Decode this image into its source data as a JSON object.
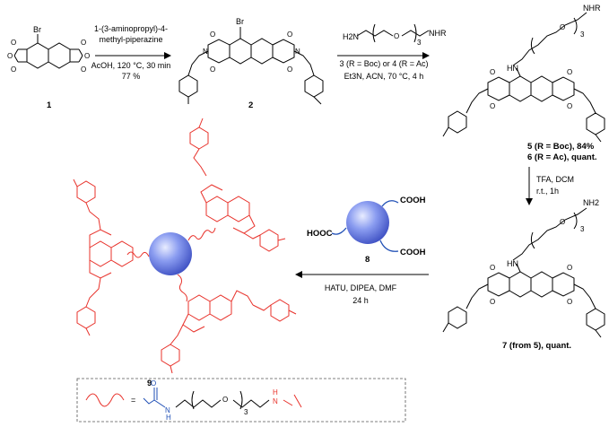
{
  "compounds": {
    "c1": "1",
    "c2": "2",
    "c5_6_line1": "5 (R = Boc), 84%",
    "c5_6_line2": "6 (R = Ac), quant.",
    "c7": "7 (from 5), quant.",
    "c8": "8",
    "c9": "9"
  },
  "atoms": {
    "br": "Br",
    "o": "O",
    "n": "N",
    "hn": "HN",
    "nhr": "NHR",
    "nh2": "NH2",
    "h2n": "H2N",
    "cooh": "COOH",
    "hooc": "HOOC",
    "repeat3": "3",
    "h": "H"
  },
  "steps": {
    "step1": {
      "reagent1": "1-(3-aminopropyl)-4-",
      "reagent2": "methyl-piperazine",
      "conditions": "AcOH, 120 °C, 30 min",
      "yield": "77 %"
    },
    "step2": {
      "reagents": "3 (R = Boc) or 4 (R = Ac)",
      "conditions": "Et3N, ACN, 70 °C, 4 h"
    },
    "step3": {
      "reagents": "TFA, DCM",
      "conditions": "r.t., 1h"
    },
    "step4": {
      "reagents": "HATU, DIPEA, DMF",
      "conditions": "24 h"
    }
  },
  "colors": {
    "accent_red": "#e8312a",
    "sphere_blue": "#6b7fe0",
    "linker_blue": "#1f4fb5"
  }
}
